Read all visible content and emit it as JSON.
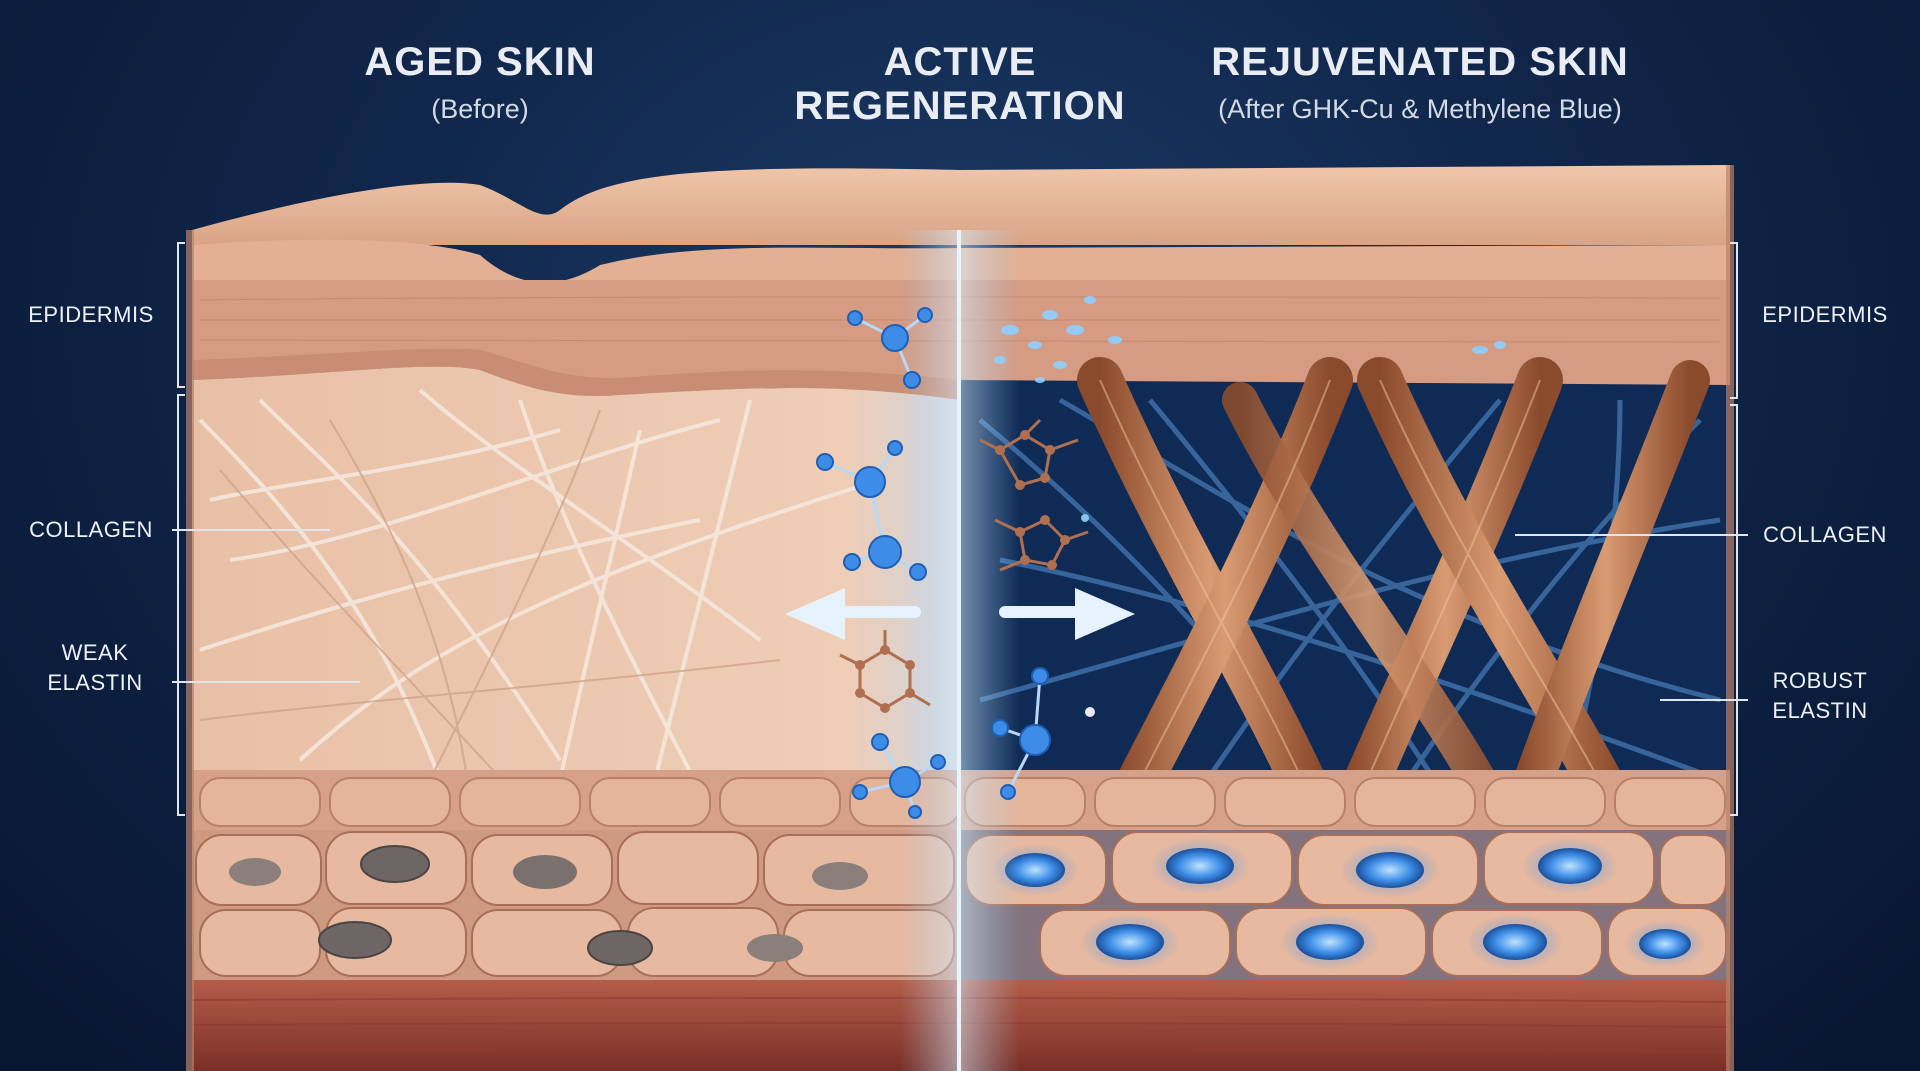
{
  "headings": {
    "left_title": "AGED SKIN",
    "left_subtitle": "(Before)",
    "center_title_line1": "ACTIVE",
    "center_title_line2": "REGENERATION",
    "right_title": "REJUVENATED SKIN",
    "right_subtitle": "(After GHK-Cu & Methylene Blue)"
  },
  "left_labels": {
    "epidermis": "EPIDERMIS",
    "collagen": "COLLAGEN",
    "elastin_line1": "WEAK",
    "elastin_line2": "ELASTIN"
  },
  "right_labels": {
    "epidermis": "EPIDERMIS",
    "collagen": "COLLAGEN",
    "elastin_line1": "ROBUST",
    "elastin_line2": "ELASTIN"
  },
  "colors": {
    "background": "#0d2244",
    "aged_dermis": "#e8bea2",
    "epidermis": "#d9a38b",
    "rejuvenated_dermis": "#0f2b55",
    "collagen_bundle": "#c27a52",
    "elastin_network": "#3f6fa8",
    "molecule_blue": "#3d8de8",
    "molecule_copper": "#b0704f",
    "mitochondria_glow": "#56a8ff",
    "divider_glow": "#9fd2ff"
  }
}
